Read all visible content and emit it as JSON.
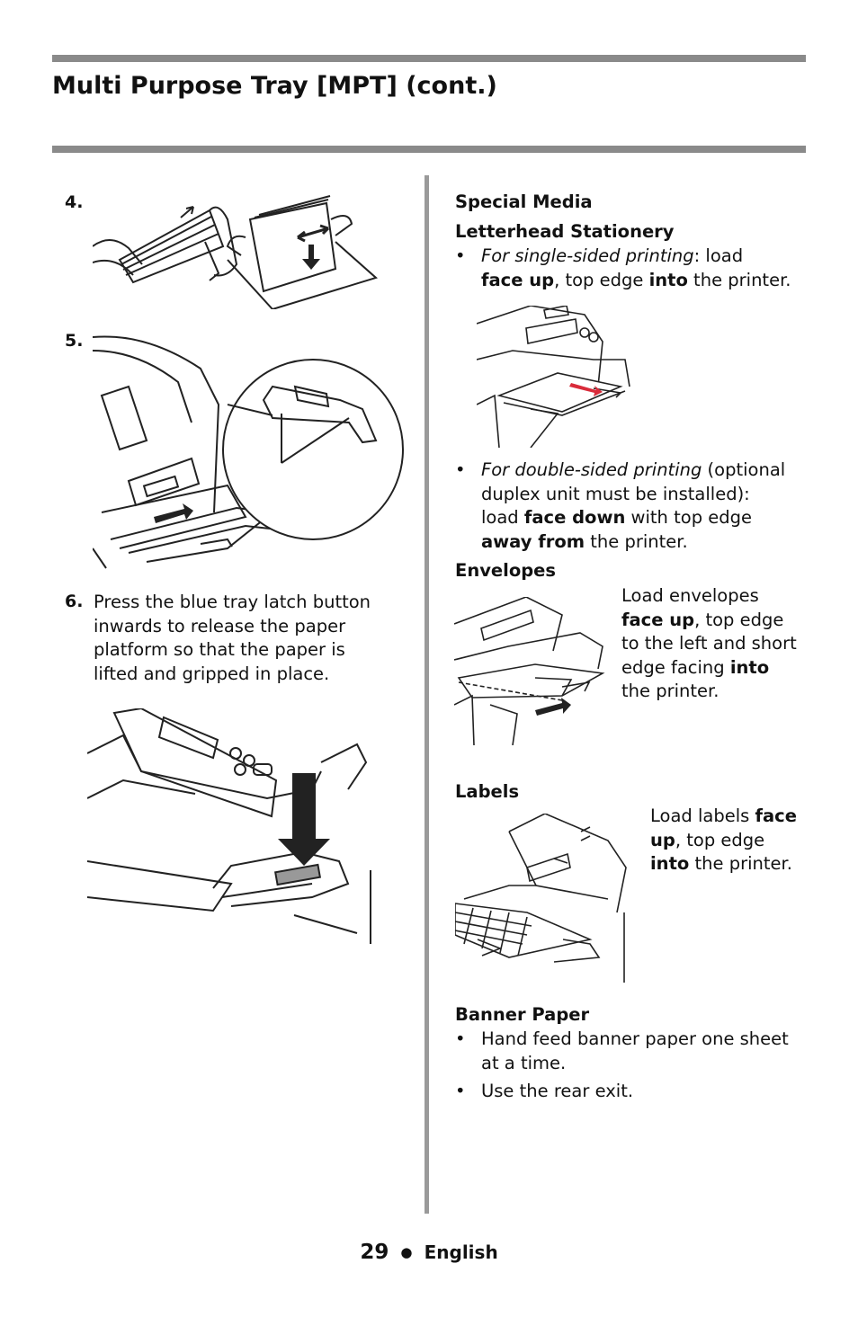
{
  "header": {
    "title": "Multi Purpose Tray [MPT] (cont.)"
  },
  "left": {
    "step4_num": "4.",
    "step5_num": "5.",
    "step6_num": "6.",
    "step6_lines": [
      "Press the blue tray latch button",
      "inwards to release the paper",
      "platform so that the paper is",
      "lifted and gripped in place."
    ]
  },
  "right": {
    "special_media": "Special Media",
    "letterhead": {
      "heading": "Letterhead Stationery",
      "bullet": "•",
      "b1_italic": "For single-sided printing",
      "b1_rest": ": load",
      "b1_bold1": "face up",
      "b1_mid": ", top edge ",
      "b1_bold2": "into",
      "b1_end": " the printer.",
      "b2_italic": "For double-sided printing",
      "b2_rest": " (optional",
      "b2_line2": "duplex unit must be installed):",
      "b2_load": "load ",
      "b2_bold1": "face down",
      "b2_mid": " with top edge",
      "b2_bold2": "away from",
      "b2_end": " the printer."
    },
    "envelopes": {
      "heading": "Envelopes",
      "l1": "Load envelopes",
      "l2_bold": "face up",
      "l2_rest": ", top edge",
      "l3": "to the left and short",
      "l4_pre": "edge facing ",
      "l4_bold": "into",
      "l5": "the printer."
    },
    "labels": {
      "heading": "Labels",
      "l1_pre": "Load labels ",
      "l1_bold": "face",
      "l2_bold": "up",
      "l2_rest": ", top edge",
      "l3_bold": "into",
      "l3_rest": " the printer."
    },
    "banner": {
      "heading": "Banner Paper",
      "b1_l1": "Hand feed banner paper one sheet",
      "b1_l2": "at a time.",
      "b2": "Use the rear exit."
    }
  },
  "footer": {
    "page": "29",
    "separator": "●",
    "language": "English"
  }
}
